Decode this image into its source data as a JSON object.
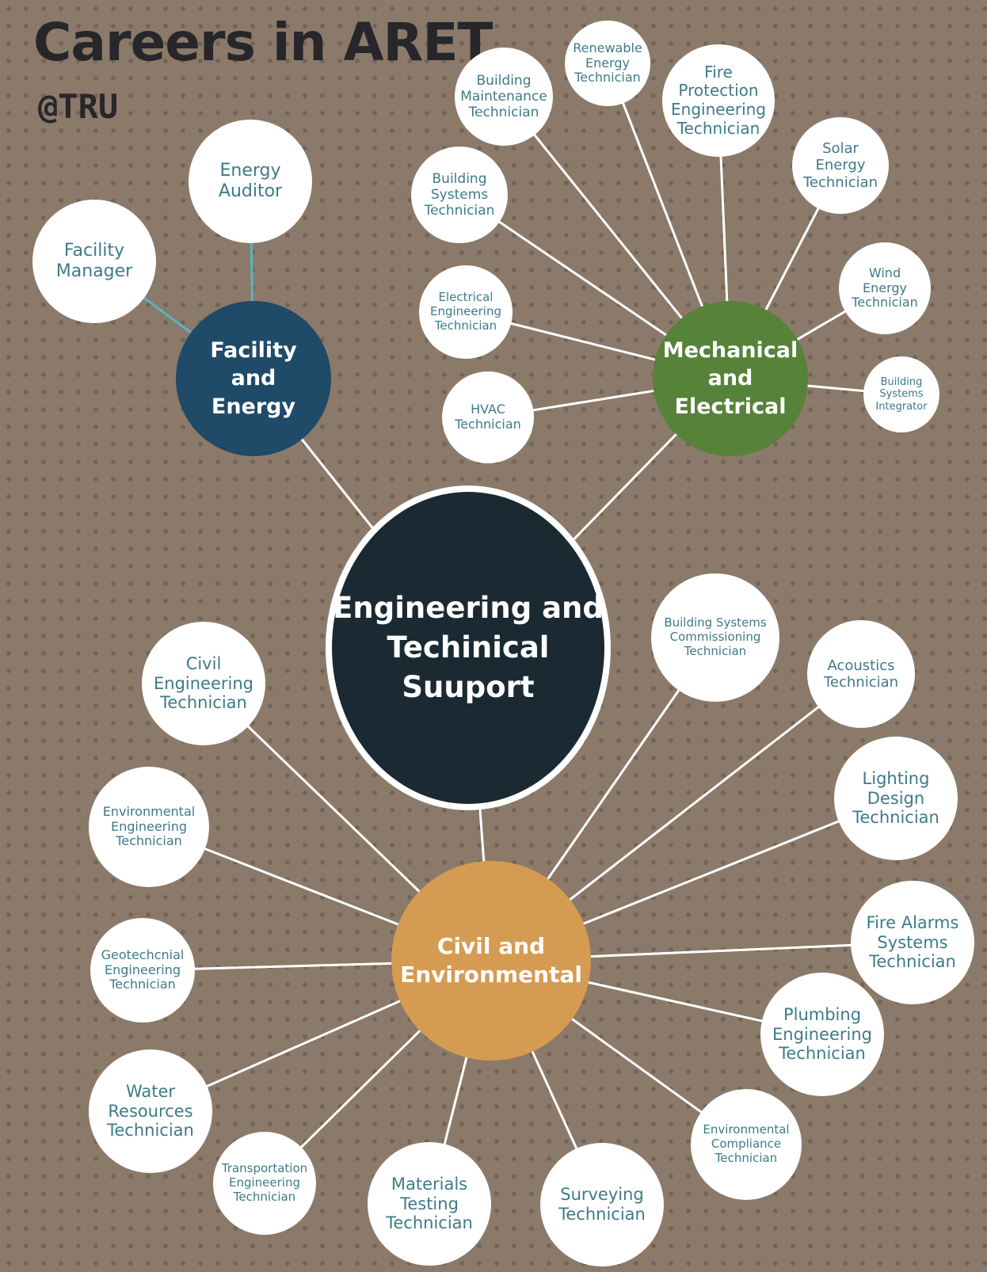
{
  "title": "Careers in ARET",
  "subtitle": "@TRU",
  "colors": {
    "background": "#8b7a6a",
    "center": "#1a2932",
    "facility": "#1f4a68",
    "mechanical": "#568239",
    "civil": "#d59b52",
    "leaf_text": "#3d7b88",
    "facility_edge": "#5fb2c0"
  },
  "center": {
    "label": "Engineering and Techinical Suuport"
  },
  "hubs": [
    {
      "id": "facility",
      "label": "Facility and Energy",
      "leaves": [
        "Energy Auditor",
        "Facility Manager"
      ]
    },
    {
      "id": "mechanical",
      "label": "Mechanical and Electrical",
      "leaves": [
        "Building Maintenance Technician",
        "Renewable Energy Technician",
        "Fire Protection Engineering Technician",
        "Solar Energy Technician",
        "Building Systems Technician",
        "Wind Energy Technician",
        "Electrical Engineering Technician",
        "HVAC Technician",
        "Building Systems Integrator"
      ]
    },
    {
      "id": "civil",
      "label": "Civil and Environmental",
      "leaves": [
        "Building Systems Commissioning Technician",
        "Acoustics Technician",
        "Lighting Design Technician",
        "Fire Alarms Systems Technician",
        "Plumbing Engineering Technician",
        "Environmental Compliance Technician",
        "Surveying Technician",
        "Materials Testing Technician",
        "Transportation Engineering Technician",
        "Water Resources Technician",
        "Geotechcnial Engineering Technician",
        "Environmental Engineering Technician",
        "Civil Engineering Technician"
      ]
    }
  ]
}
